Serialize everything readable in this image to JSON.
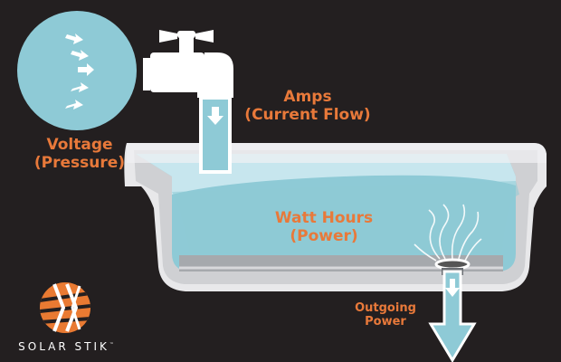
{
  "labels": {
    "voltage": {
      "line1": "Voltage",
      "line2": "(Pressure)"
    },
    "amps": {
      "line1": "Amps",
      "line2": "(Current Flow)"
    },
    "watt_hours": {
      "line1": "Watt Hours",
      "line2": "(Power)"
    },
    "outgoing": {
      "line1": "Outgoing",
      "line2": "Power"
    }
  },
  "brand": {
    "name": "SOLAR STIK",
    "mark": "™"
  },
  "icons": {
    "pressure_sphere": "pressure-sphere",
    "faucet": "faucet-icon",
    "flow_arrow": "down-arrow-icon",
    "tub": "bathtub",
    "drain": "drain-icon",
    "logo": "solar-stik-logo-icon"
  },
  "colors": {
    "background": "#231f20",
    "water": "#8ecad6",
    "water_light": "#c7e6ee",
    "tub": "#e8e8ea",
    "text_orange": "#e8793a",
    "logo_orange": "#e36a2a"
  }
}
